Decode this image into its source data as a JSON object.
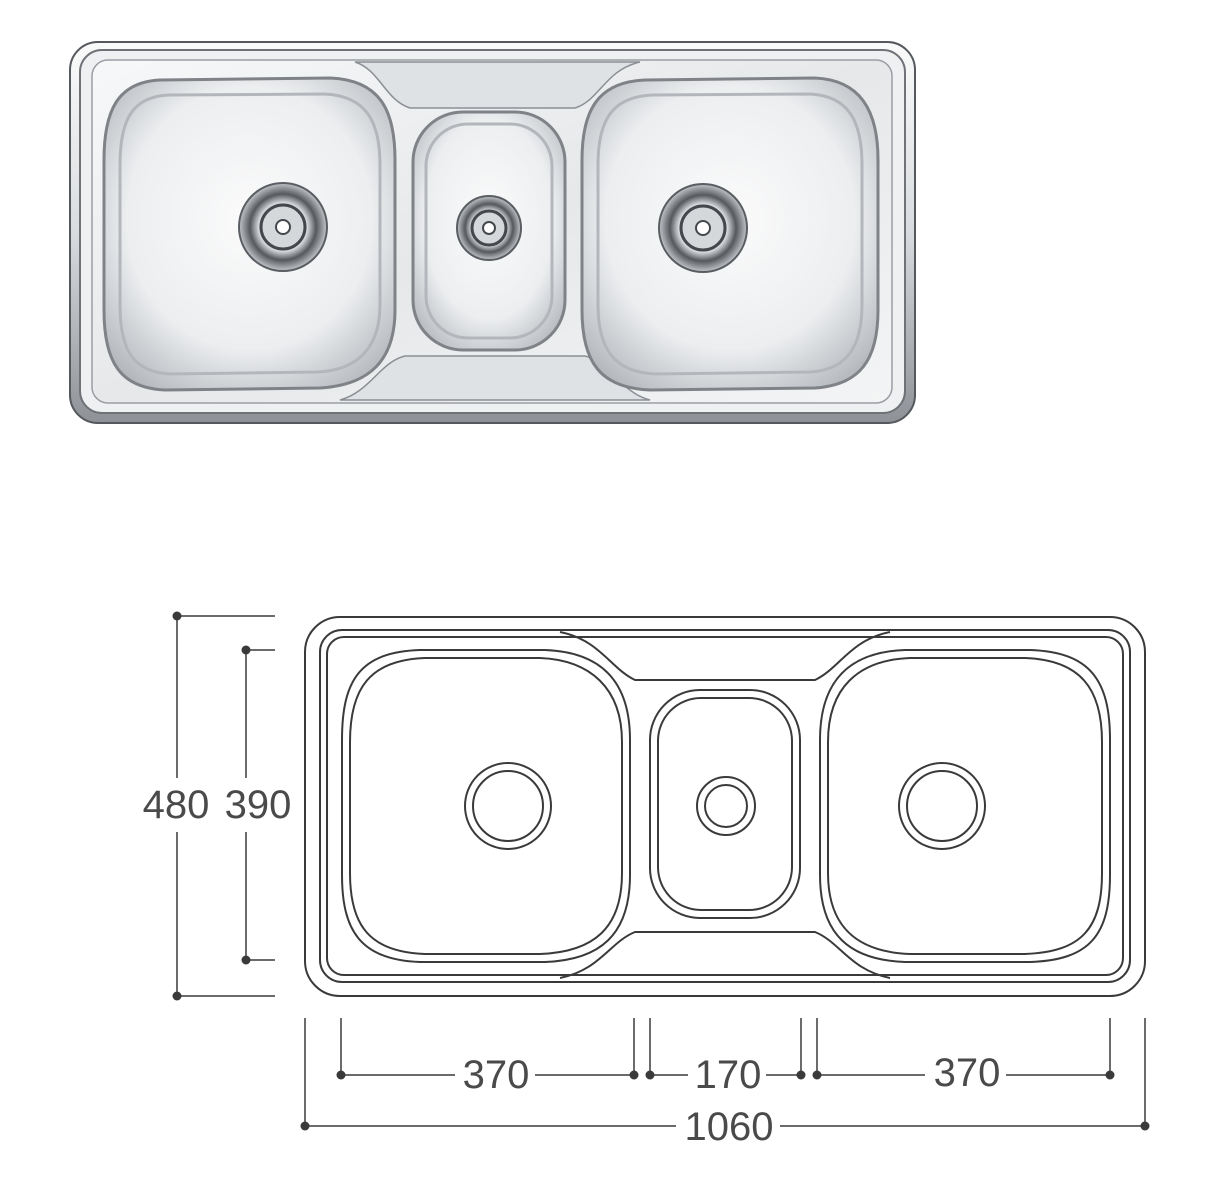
{
  "diagram": {
    "dimensions": {
      "overall_height": "480",
      "bowl_height": "390",
      "left_bowl_width": "370",
      "center_bowl_width": "170",
      "right_bowl_width": "370",
      "overall_width": "1060"
    }
  },
  "colors": {
    "line": "#3a3a3a",
    "steel_light": "#f4f5f6",
    "steel_mid": "#c9ccd0",
    "steel_dark": "#7d8186",
    "background": "#ffffff"
  }
}
